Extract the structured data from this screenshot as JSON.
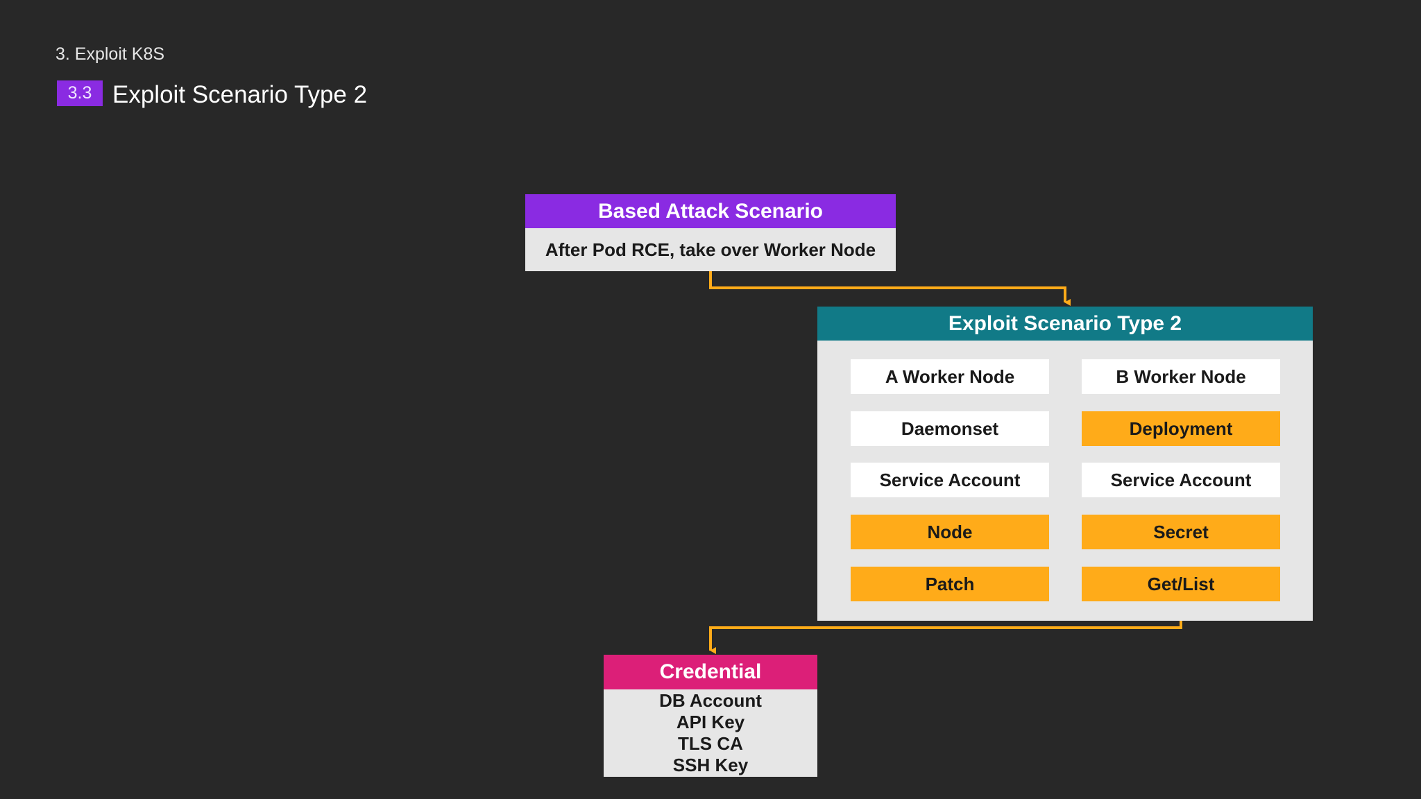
{
  "header": {
    "section": "3. Exploit K8S",
    "badge": "3.3",
    "title": "Exploit Scenario Type 2"
  },
  "based": {
    "title": "Based Attack Scenario",
    "body": "After Pod RCE,  take over Worker Node"
  },
  "exploit": {
    "title": "Exploit Scenario Type 2",
    "left_column": [
      {
        "label": "A Worker Node",
        "style": "white"
      },
      {
        "label": "Daemonset",
        "style": "white"
      },
      {
        "label": "Service Account",
        "style": "white"
      },
      {
        "label": "Node",
        "style": "orange"
      },
      {
        "label": "Patch",
        "style": "orange"
      }
    ],
    "right_column": [
      {
        "label": "B Worker Node",
        "style": "white"
      },
      {
        "label": "Deployment",
        "style": "orange"
      },
      {
        "label": "Service Account",
        "style": "white"
      },
      {
        "label": "Secret",
        "style": "orange"
      },
      {
        "label": "Get/List",
        "style": "orange"
      }
    ]
  },
  "credential": {
    "title": "Credential",
    "items": [
      "DB Account",
      "API Key",
      "TLS CA",
      "SSH Key"
    ]
  },
  "colors": {
    "background": "#282828",
    "purple": "#8a2be2",
    "teal": "#117a87",
    "magenta": "#dc1f78",
    "orange": "#ffab19",
    "light_panel": "#e6e6e6"
  }
}
